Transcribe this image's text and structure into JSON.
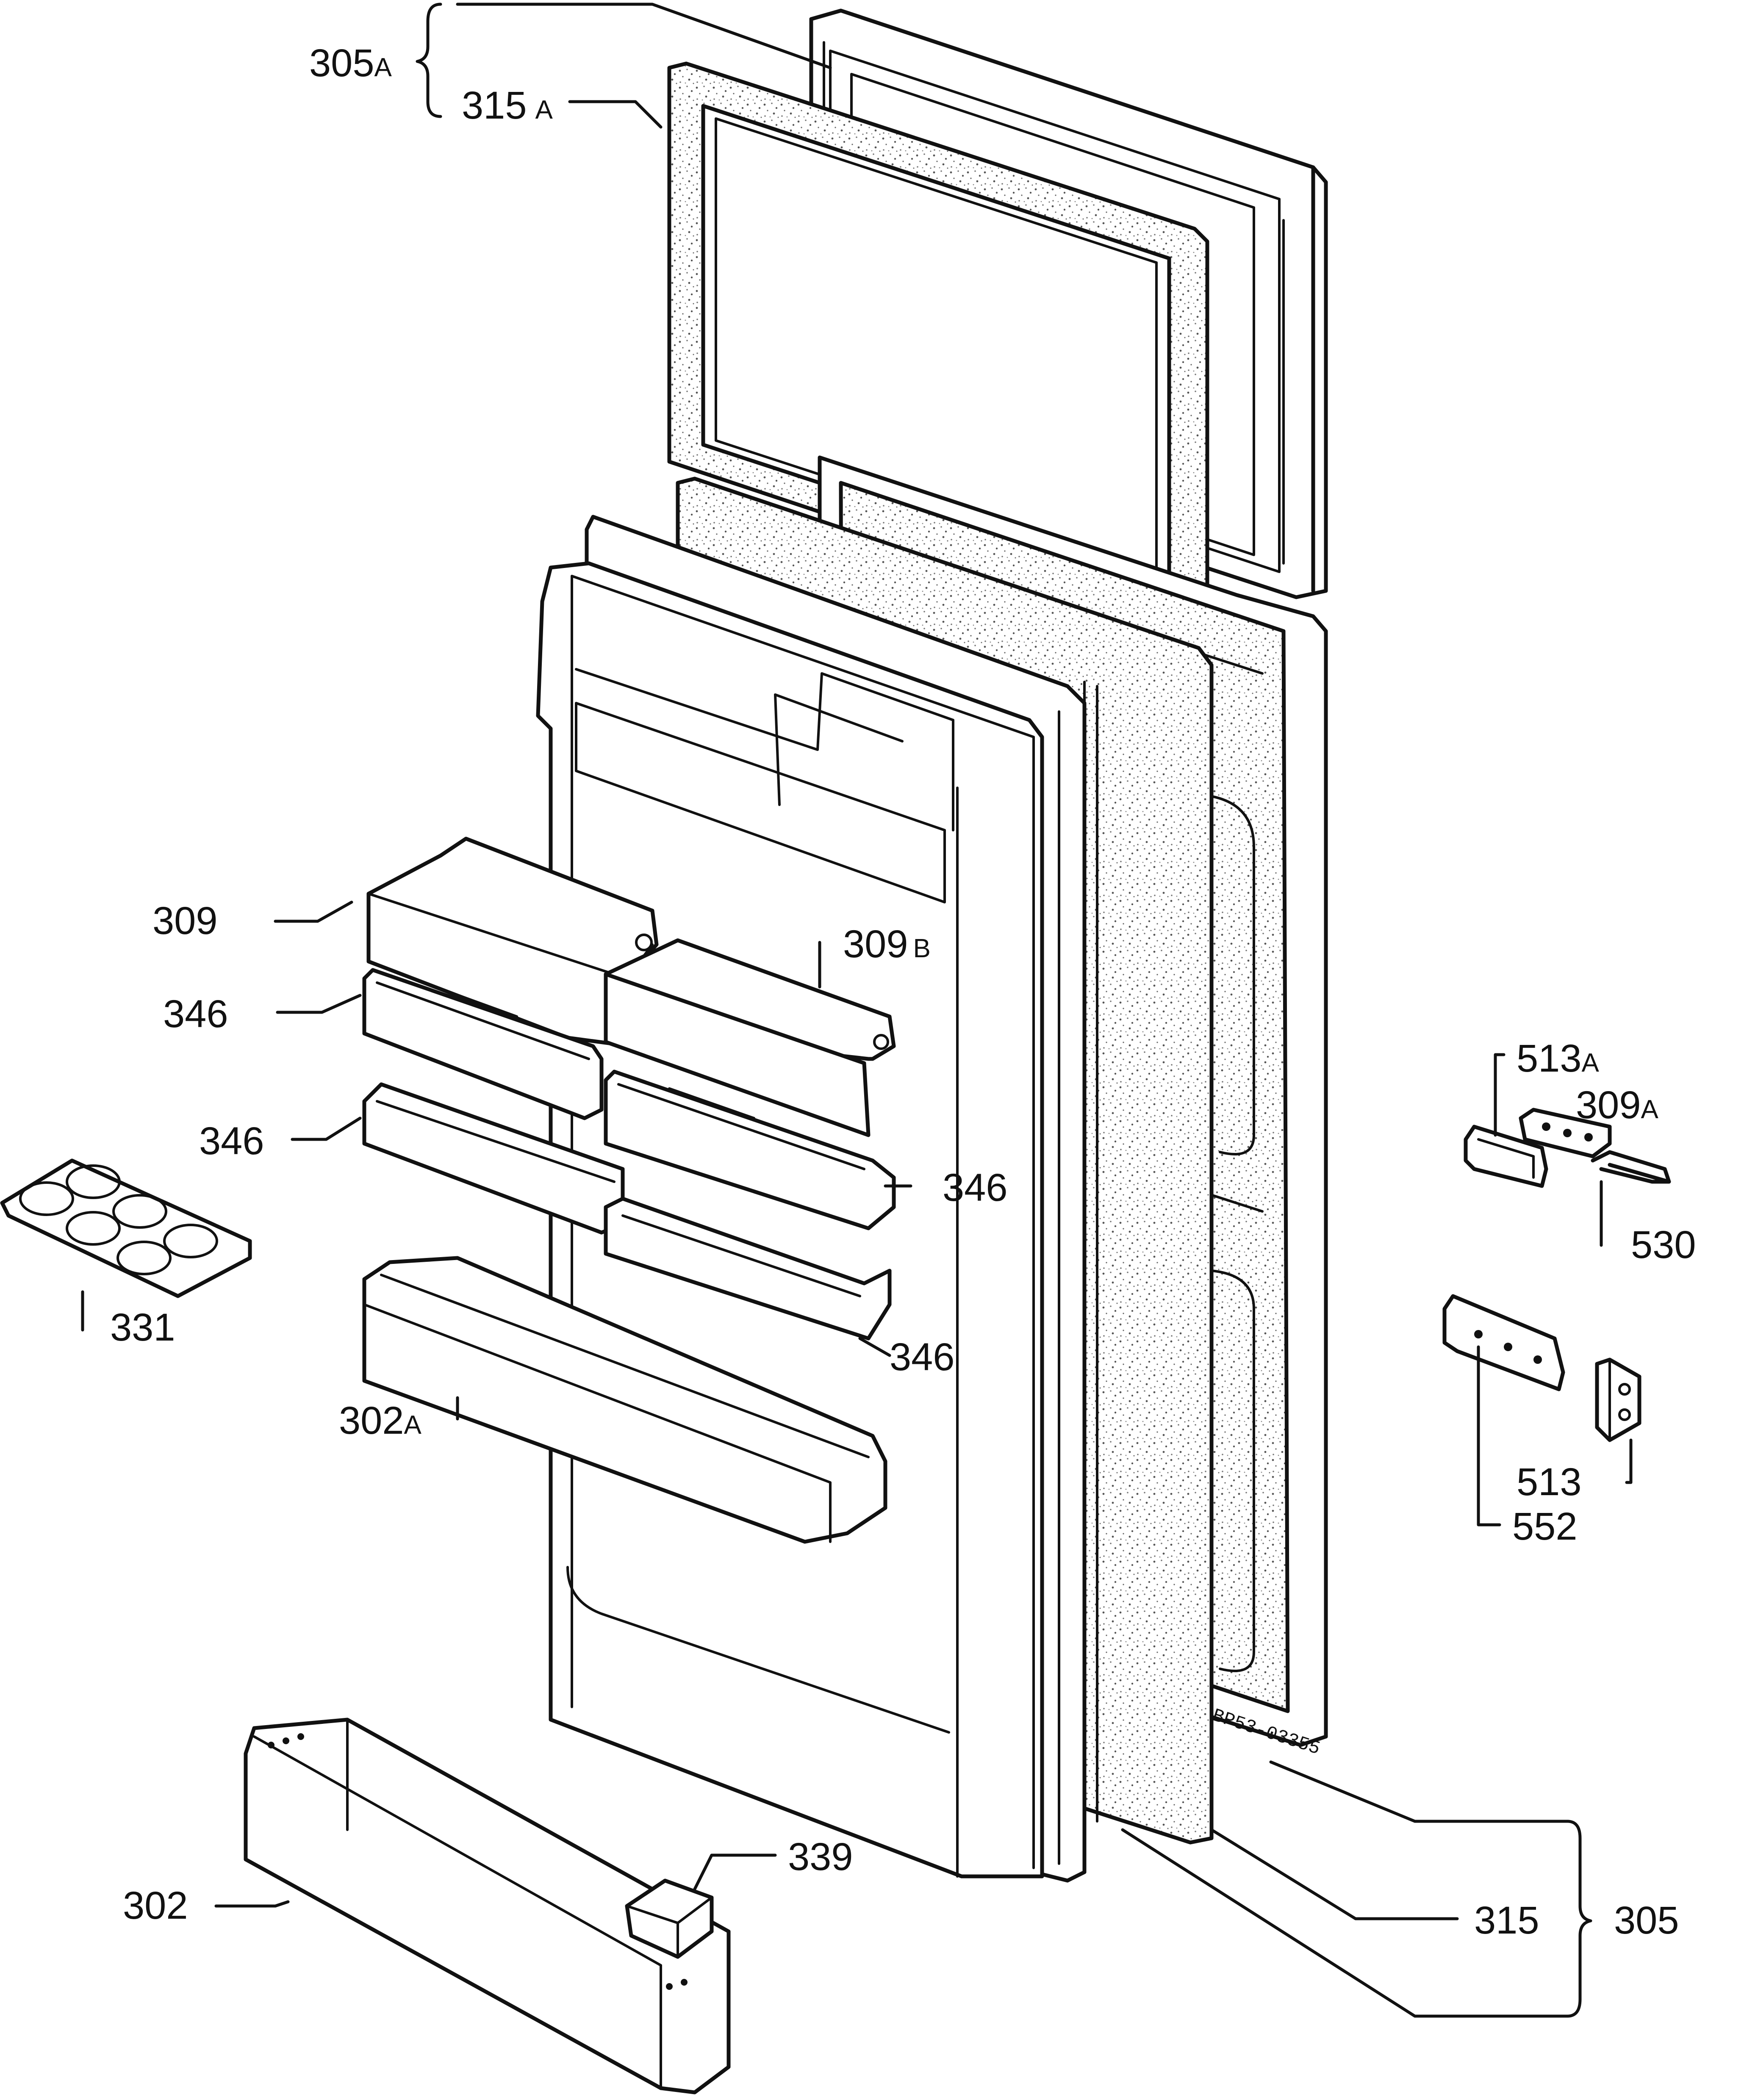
{
  "labels": {
    "l305a": {
      "num": "305",
      "suf": "A"
    },
    "l315a": {
      "num": "315",
      "suf": "A"
    },
    "l309": {
      "num": "309",
      "suf": ""
    },
    "l309b": {
      "num": "309",
      "suf": "B"
    },
    "l346a": {
      "num": "346",
      "suf": ""
    },
    "l346b": {
      "num": "346",
      "suf": ""
    },
    "l346c": {
      "num": "346",
      "suf": ""
    },
    "l346d": {
      "num": "346",
      "suf": ""
    },
    "l331": {
      "num": "331",
      "suf": ""
    },
    "l302a": {
      "num": "302",
      "suf": "A"
    },
    "l302": {
      "num": "302",
      "suf": ""
    },
    "l339": {
      "num": "339",
      "suf": ""
    },
    "l315": {
      "num": "315",
      "suf": ""
    },
    "l305": {
      "num": "305",
      "suf": ""
    },
    "l513a": {
      "num": "513",
      "suf": "A"
    },
    "l309a": {
      "num": "309",
      "suf": "A"
    },
    "l530": {
      "num": "530",
      "suf": ""
    },
    "l513": {
      "num": "513",
      "suf": ""
    },
    "l552": {
      "num": "552",
      "suf": ""
    }
  },
  "drawing_code": "BP53-03355"
}
